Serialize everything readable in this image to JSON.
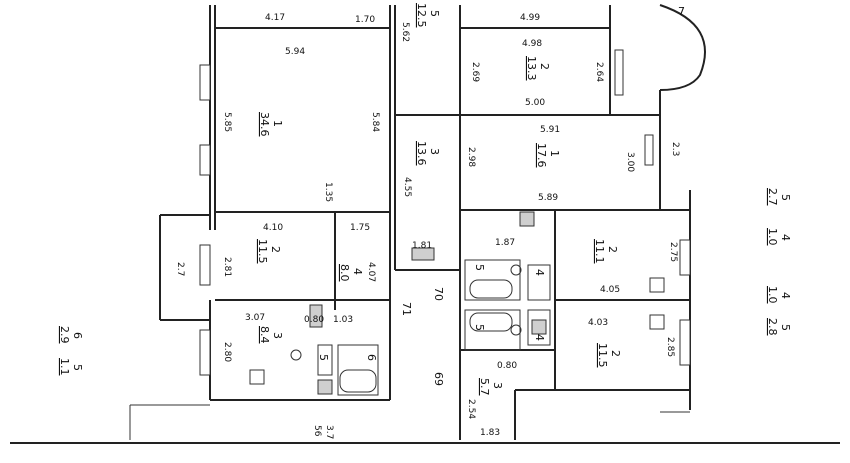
{
  "dimensions": {
    "d_4_17": "4.17",
    "d_1_70": "1.70",
    "d_5_62": "5.62",
    "d_4_99": "4.99",
    "d_4_98": "4.98",
    "d_2_69": "2.69",
    "d_2_64": "2.64",
    "d_5_00": "5.00",
    "d_5_94": "5.94",
    "d_5_85": "5.85",
    "d_5_84": "5.84",
    "d_1_35": "1.35",
    "d_4_55": "4.55",
    "d_2_98": "2.98",
    "d_3_00": "3.00",
    "d_2_3": "2.3",
    "d_5_91": "5.91",
    "d_5_89": "5.89",
    "d_4_10": "4.10",
    "d_1_75": "1.75",
    "d_2_81": "2.81",
    "d_2_7": "2.7",
    "d_4_07": "4.07",
    "d_1_81": "1.81",
    "d_1_87": "1.87",
    "d_2_75": "2.75",
    "d_4_05": "4.05",
    "d_3_07": "3.07",
    "d_1_03": "1.03",
    "d_0_80a": "0.80",
    "d_0_80b": "0.80",
    "d_2_80": "2.80",
    "d_2_85": "2.85",
    "d_4_03": "4.03",
    "d_70": "70",
    "d_71": "71",
    "d_69": "69",
    "d_2_54": "2.54",
    "d_1_83": "1.83"
  },
  "rooms": [
    {
      "number": "1",
      "area": "34.6"
    },
    {
      "number": "5",
      "area": "12.5"
    },
    {
      "number": "2",
      "area": "13.3"
    },
    {
      "number": "3",
      "area": "13.6"
    },
    {
      "number": "1",
      "area": "17.6"
    },
    {
      "number": "2",
      "area": "11.5"
    },
    {
      "number": "4",
      "area": "8.0"
    },
    {
      "number": "2",
      "area": "11.1"
    },
    {
      "number": "3",
      "area": "8.4"
    },
    {
      "number": "2",
      "area": "11.5"
    },
    {
      "number": "3",
      "area": "5.7"
    },
    {
      "number": "5",
      "area": ""
    },
    {
      "number": "6",
      "area": ""
    },
    {
      "number": "5",
      "area": ""
    },
    {
      "number": "5",
      "area": ""
    },
    {
      "number": "4",
      "area": ""
    },
    {
      "number": "4",
      "area": ""
    }
  ],
  "legend": [
    {
      "number": "5",
      "area": "2.7"
    },
    {
      "number": "4",
      "area": "1.0"
    },
    {
      "number": "4",
      "area": "1.0"
    },
    {
      "number": "5",
      "area": "2.8"
    },
    {
      "number": "6",
      "area": "2.9"
    },
    {
      "number": "5",
      "area": "1.1"
    }
  ],
  "cut_off_labels": {
    "bottom_left": "56",
    "bottom_left_2": "3.7",
    "top_right": "7"
  }
}
